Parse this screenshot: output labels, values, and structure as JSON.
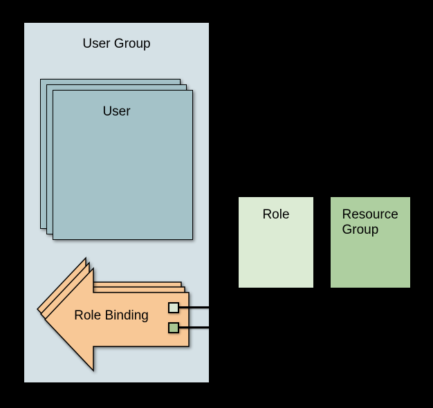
{
  "diagram": {
    "user_group": {
      "label": "User Group"
    },
    "user_stack": {
      "label": "User",
      "stack_count": 3
    },
    "role_binding": {
      "label": "Role Binding",
      "stack_count": 3
    },
    "role": {
      "label": "Role"
    },
    "resource_group": {
      "label": "Resource Group"
    }
  },
  "colors": {
    "bg": "#000000",
    "container": "#d5e1e6",
    "usercard": "#a4c2c8",
    "arrow": "#f8c896",
    "rolefill": "#dcebd4",
    "resourcefill": "#aecfa0",
    "porttop": "#dcead6",
    "portbottom": "#a9c793",
    "stroke": "#000000"
  }
}
